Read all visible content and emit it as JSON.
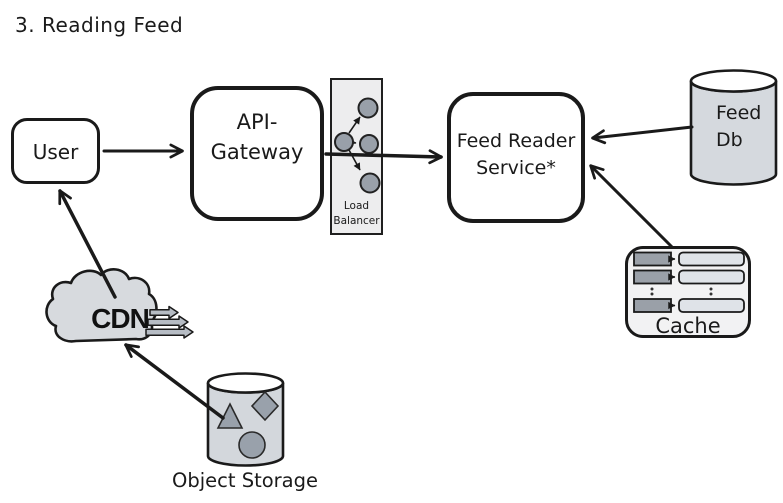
{
  "title": "3. Reading Feed",
  "colors": {
    "ink": "#1a1a1a",
    "load_balancer_fill": "#ededee",
    "node_circle_fill": "#99a0a9",
    "feed_db_fill": "#d5d9de",
    "cloud_fill": "#d7dade",
    "cache_fill": "#f2f2f3",
    "cache_key_fill": "#9aa0a8",
    "cache_value_fill": "#dfe3e8",
    "storage_fill": "#d3d7dc",
    "storage_shape_fill": "#99a1ab",
    "emit_arrow_fill": "#b6bcc4"
  },
  "nodes": {
    "user": {
      "label": "User"
    },
    "api_gateway": {
      "line1": "API-",
      "line2": "Gateway"
    },
    "load_balancer": {
      "line1": "Load",
      "line2": "Balancer"
    },
    "feed_reader": {
      "line1": "Feed Reader",
      "line2": "Service*"
    },
    "feed_db": {
      "line1": "Feed",
      "line2": "Db"
    },
    "cache": {
      "label": "Cache"
    },
    "cdn": {
      "label": "CDN"
    },
    "object_storage": {
      "label": "Object Storage"
    }
  },
  "edges": [
    {
      "from": "User",
      "to": "API-Gateway"
    },
    {
      "from": "API-Gateway",
      "to": "Feed Reader Service*",
      "via": "Load Balancer"
    },
    {
      "from": "Feed Db",
      "to": "Feed Reader Service*"
    },
    {
      "from": "Cache",
      "to": "Feed Reader Service*"
    },
    {
      "from": "Object Storage",
      "to": "CDN"
    },
    {
      "from": "CDN",
      "to": "User"
    }
  ]
}
